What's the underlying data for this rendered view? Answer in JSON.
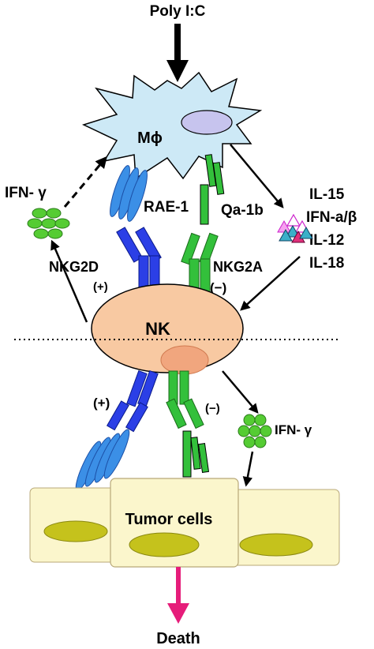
{
  "labels": {
    "stimulus": "Poly I:C",
    "macrophage": "Mϕ",
    "ifn_gamma_left": "IFN- γ",
    "rae1": "RAE-1",
    "qa1b": "Qa-1b",
    "cytokines": [
      "IL-15",
      "IFN-a/β",
      "IL-12",
      "IL-18"
    ],
    "nkg2d": "NKG2D",
    "nkg2a": "NKG2A",
    "sign_nkg2d_top": "(+)",
    "sign_nkg2a_top": "(−)",
    "nk": "NK",
    "sign_nkg2d_bottom": "(+)",
    "sign_nkg2a_bottom": "(−)",
    "ifn_gamma_right": "IFN- γ",
    "tumor": "Tumor cells",
    "death": "Death"
  },
  "colors": {
    "macrophage_fill": "#cde9f6",
    "nucleus": "#c7c4ee",
    "nk_fill": "#f8c9a2",
    "nk_nucleus": "#f1a67e",
    "nkg2d": "#2b3fe6",
    "rae1": "#3b8fe6",
    "nkg2a_qa1b": "#33c03b",
    "ifn_dots": "#55cc33",
    "tumor_fill": "#fbf6cc",
    "tumor_nucleus": "#c5c21c",
    "death_arrow": "#e61d7a"
  }
}
